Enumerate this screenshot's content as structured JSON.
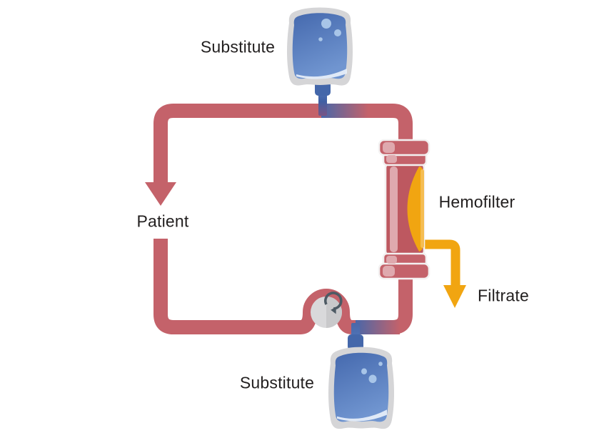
{
  "diagram": {
    "type": "hemofiltration-circuit",
    "labels": {
      "substitute_top": "Substitute",
      "patient": "Patient",
      "hemofilter": "Hemofilter",
      "filtrate": "Filtrate",
      "substitute_bottom": "Substitute"
    },
    "icons": {
      "pump": "rotation-clockwise-icon",
      "patient_flow": "arrow-down-icon",
      "filtrate_flow": "arrow-down-icon"
    },
    "colors": {
      "background": "#ffffff",
      "circuit_red": "#c4626a",
      "filter_body_red": "#bd5860",
      "filter_highlight_pink": "#dfa9ae",
      "filter_outline_white": "#f3f1f1",
      "membrane_orange": "#f1a511",
      "membrane_orange_light": "#f5bd52",
      "substitute_blue_dark": "#4467aa",
      "substitute_liquid_top": "#4569ae",
      "substitute_liquid_bottom": "#7095d0",
      "junction_blue": "#4a67a8",
      "bag_gray": "#d5d5d7",
      "bubble_blue": "#a8c5e8",
      "meniscus_light": "#e8f0fa",
      "pump_gray_light": "#d9d9db",
      "pump_gray_dark": "#c9c9cb",
      "pump_arrow_gray": "#4d5a64",
      "label_text": "#221f1f"
    }
  }
}
